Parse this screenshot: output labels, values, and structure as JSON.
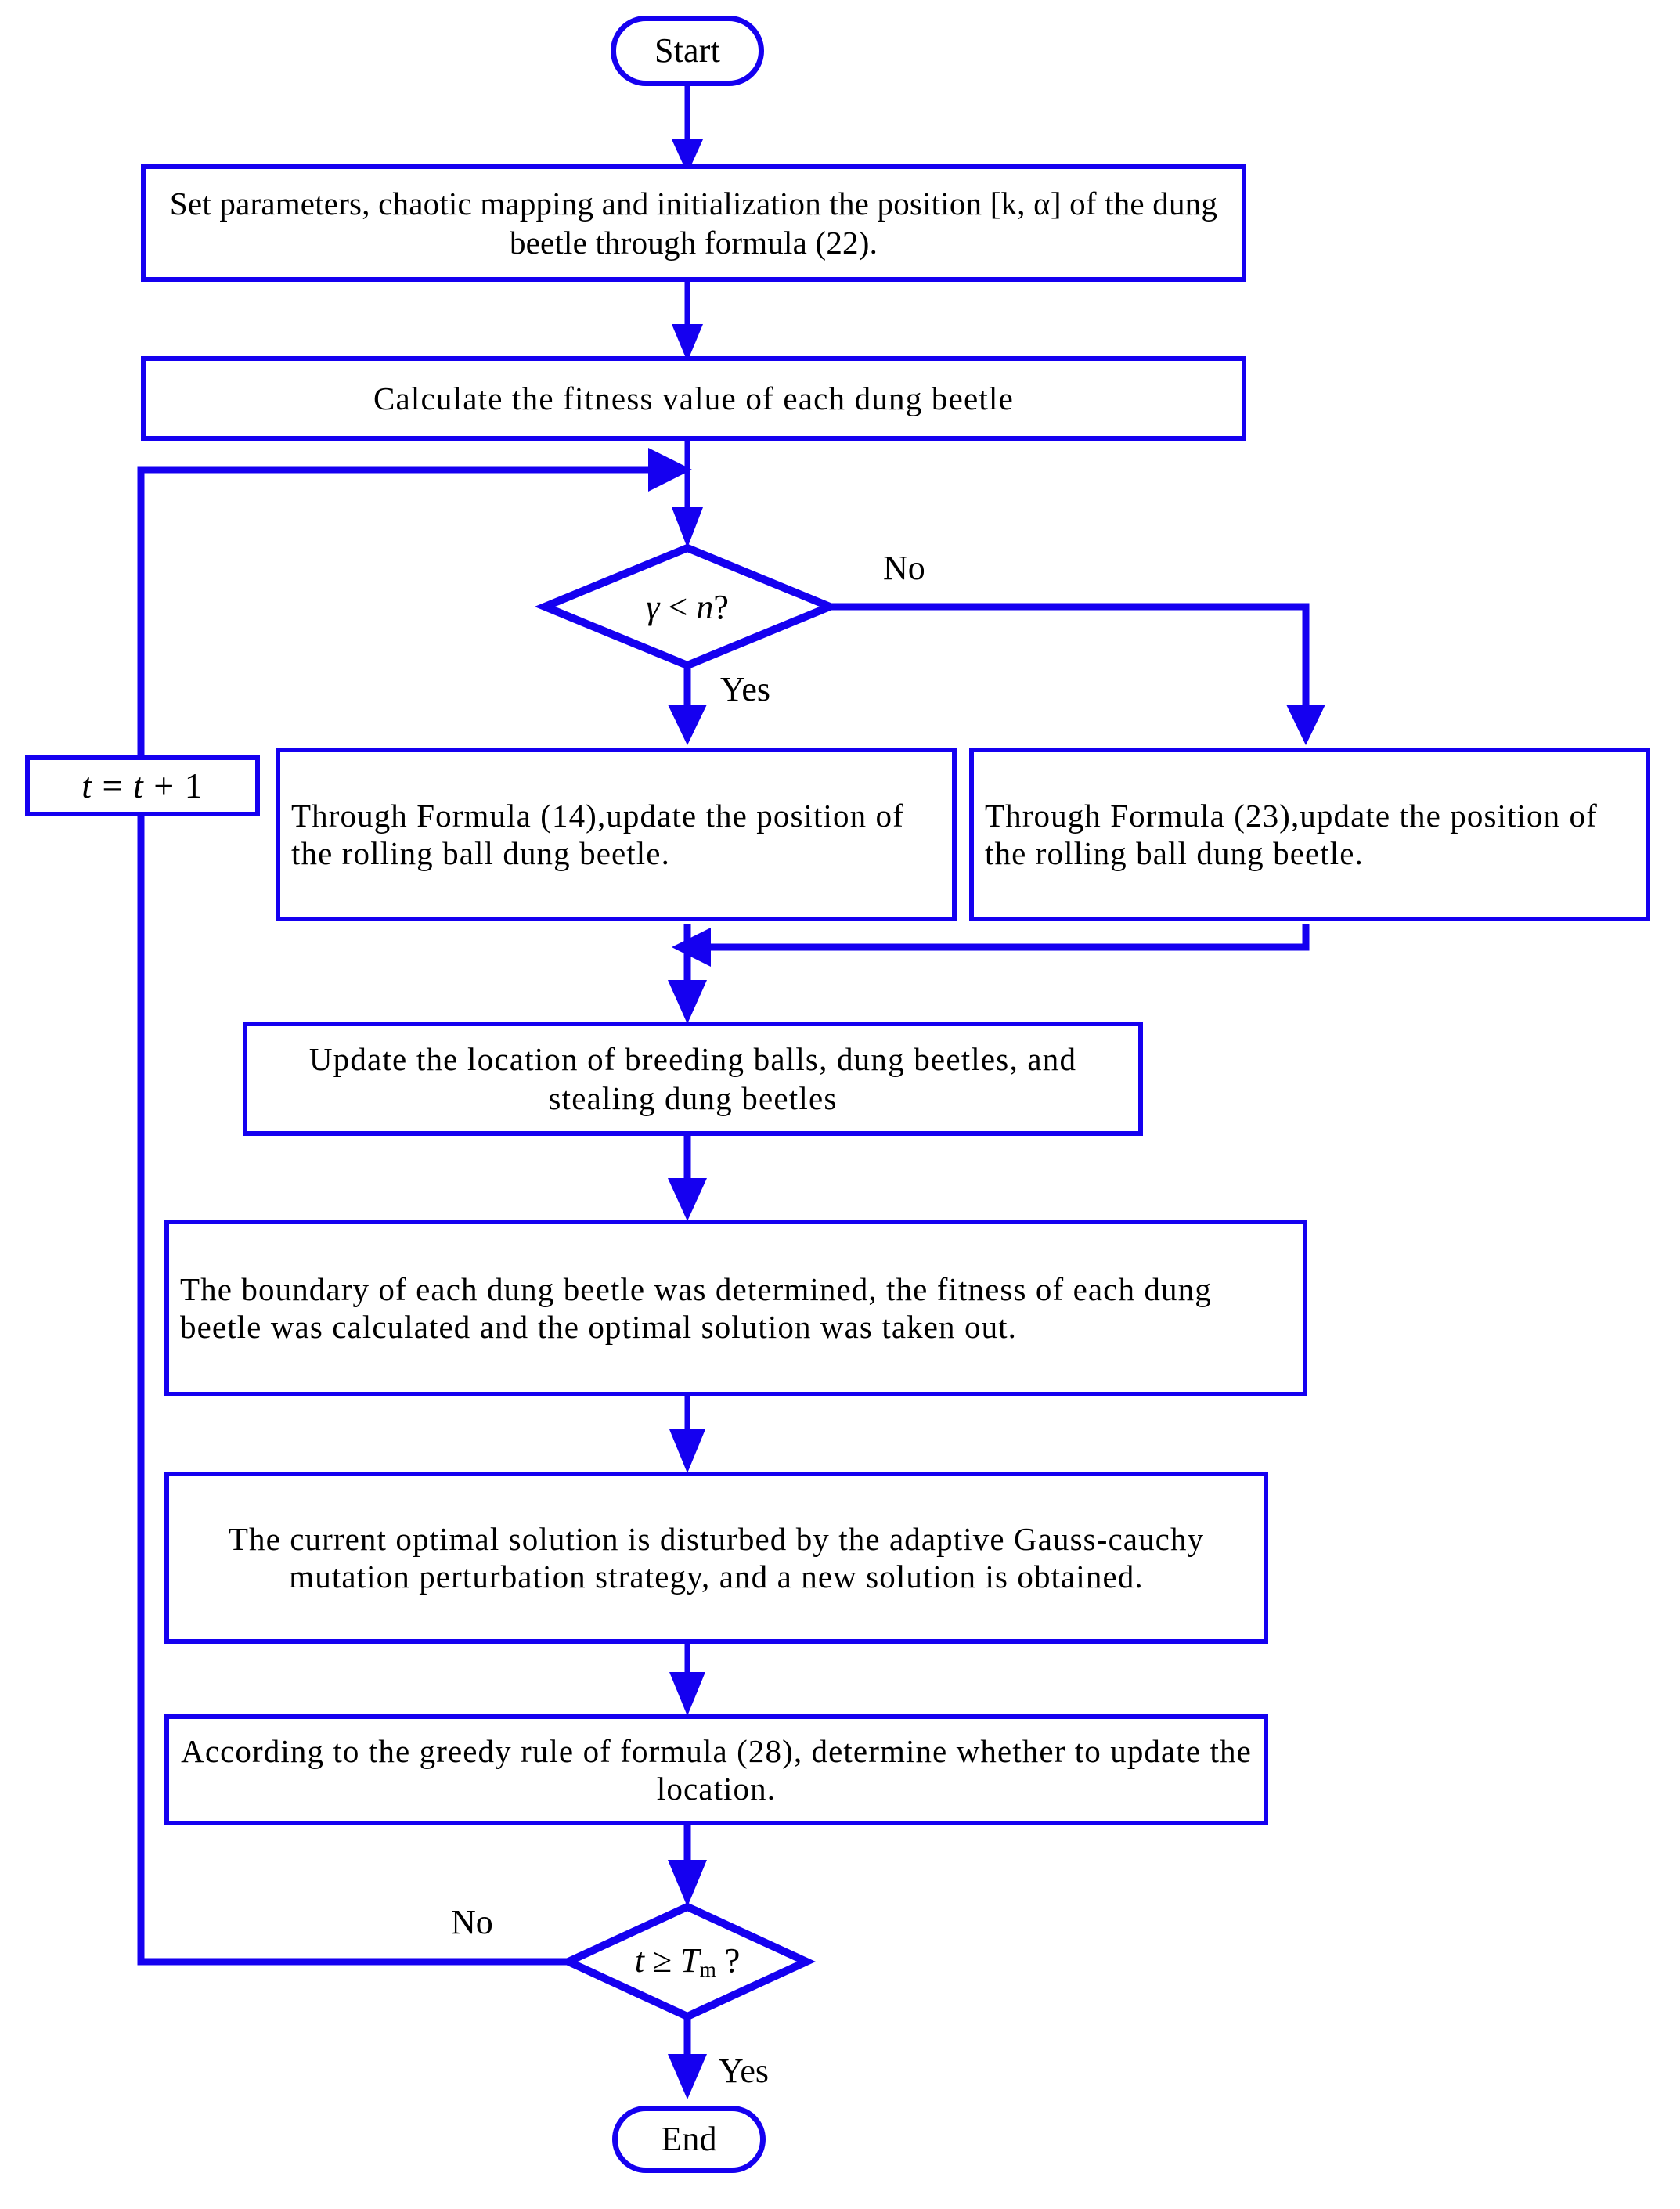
{
  "colors": {
    "edge": "#1500f0",
    "node_border": "#1500f0",
    "node_fill": "#ffffff",
    "text": "#000000"
  },
  "diagram": {
    "type": "flowchart",
    "title": "Improved Dung Beetle Optimizer algorithm flowchart",
    "orientation": "top-to-bottom"
  },
  "nodes": {
    "start": {
      "label": "Start",
      "shape": "terminal"
    },
    "init": {
      "label": "Set parameters, chaotic mapping and initialization the position [k, α] of the dung beetle through formula (22).",
      "shape": "process"
    },
    "fitness": {
      "label": "Calculate the fitness value of each dung beetle",
      "shape": "process"
    },
    "decision1": {
      "label_lhs": "γ",
      "label_op": "<",
      "label_rhs": "n",
      "label_q": "?",
      "label": "γ < n?",
      "shape": "decision"
    },
    "formula14": {
      "label": "Through Formula (14),update the position of the rolling ball dung beetle.",
      "shape": "process"
    },
    "formula23": {
      "label": "Through Formula (23),update the position of the rolling ball dung beetle.",
      "shape": "process"
    },
    "increment": {
      "label": "t = t + 1",
      "shape": "process"
    },
    "update_balls": {
      "label": "Update the location of breeding balls, dung beetles, and stealing dung beetles",
      "shape": "process"
    },
    "boundary": {
      "label": "The boundary of each dung beetle was determined, the fitness of each dung beetle was calculated and the optimal solution was taken out.",
      "shape": "process"
    },
    "mutation": {
      "label": "The current optimal solution is disturbed by the adaptive Gauss-cauchy mutation perturbation strategy, and a new solution is obtained.",
      "shape": "process"
    },
    "greedy": {
      "label": "According to the greedy rule of formula (28), determine whether to update the location.",
      "shape": "process"
    },
    "decision2": {
      "label_lhs": "t",
      "label_op": "≥",
      "label_rhs": "T",
      "label_sub": "m",
      "label_q": "?",
      "label": "t ≥ Tₘ ?",
      "shape": "decision"
    },
    "end": {
      "label": "End",
      "shape": "terminal"
    }
  },
  "edge_labels": {
    "d1_no": "No",
    "d1_yes": "Yes",
    "d2_no": "No",
    "d2_yes": "Yes"
  },
  "edges": [
    {
      "from": "start",
      "to": "init",
      "label": ""
    },
    {
      "from": "init",
      "to": "fitness",
      "label": ""
    },
    {
      "from": "fitness",
      "to": "decision1",
      "label": ""
    },
    {
      "from": "decision1",
      "to": "formula14",
      "label": "Yes"
    },
    {
      "from": "decision1",
      "to": "formula23",
      "label": "No"
    },
    {
      "from": "formula14",
      "to": "update_balls",
      "label": ""
    },
    {
      "from": "formula23",
      "to": "update_balls",
      "label": ""
    },
    {
      "from": "update_balls",
      "to": "boundary",
      "label": ""
    },
    {
      "from": "boundary",
      "to": "mutation",
      "label": ""
    },
    {
      "from": "mutation",
      "to": "greedy",
      "label": ""
    },
    {
      "from": "greedy",
      "to": "decision2",
      "label": ""
    },
    {
      "from": "decision2",
      "to": "end",
      "label": "Yes"
    },
    {
      "from": "decision2",
      "to": "increment",
      "label": "No"
    },
    {
      "from": "increment",
      "to": "decision1",
      "label": ""
    }
  ]
}
